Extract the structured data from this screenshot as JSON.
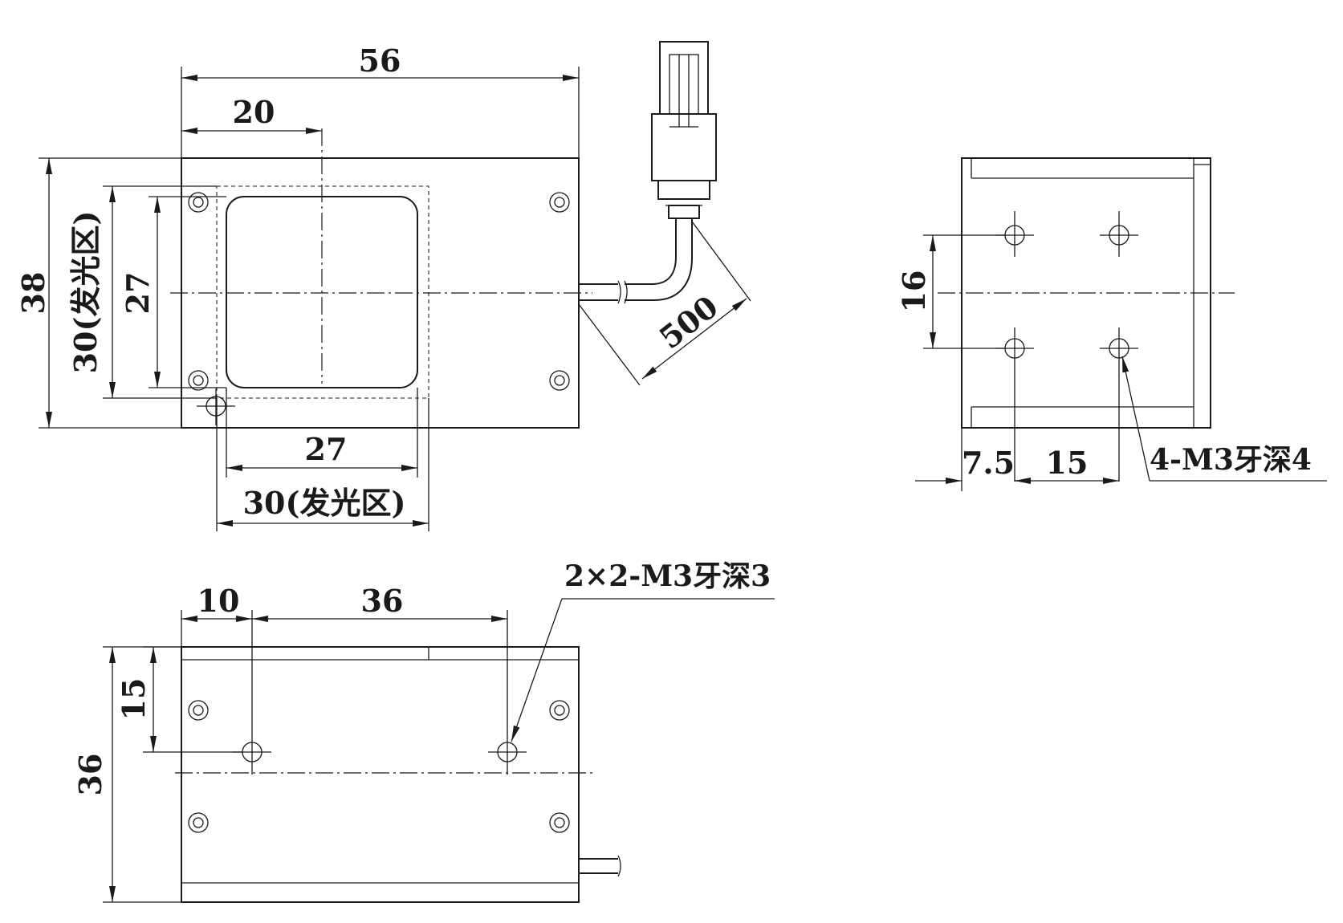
{
  "dimensions": {
    "top_width": "56",
    "top_offset": "20",
    "left_height_outer": "38",
    "left_height_emit": "30(发光区)",
    "left_height_inner": "27",
    "bottom_inner_width": "27",
    "bottom_emit_width": "30(发光区)",
    "cable_length": "500",
    "side_hole_spacing_v": "16",
    "side_offset": "7.5",
    "side_hole_spacing_h": "15",
    "bottom_offset": "10",
    "bottom_hole_spacing": "36",
    "bottom_hole_height": "15",
    "bottom_total_height": "36"
  },
  "callouts": {
    "side_thread": "4-M3牙深4",
    "bottom_thread": "2×2-M3牙深3"
  }
}
